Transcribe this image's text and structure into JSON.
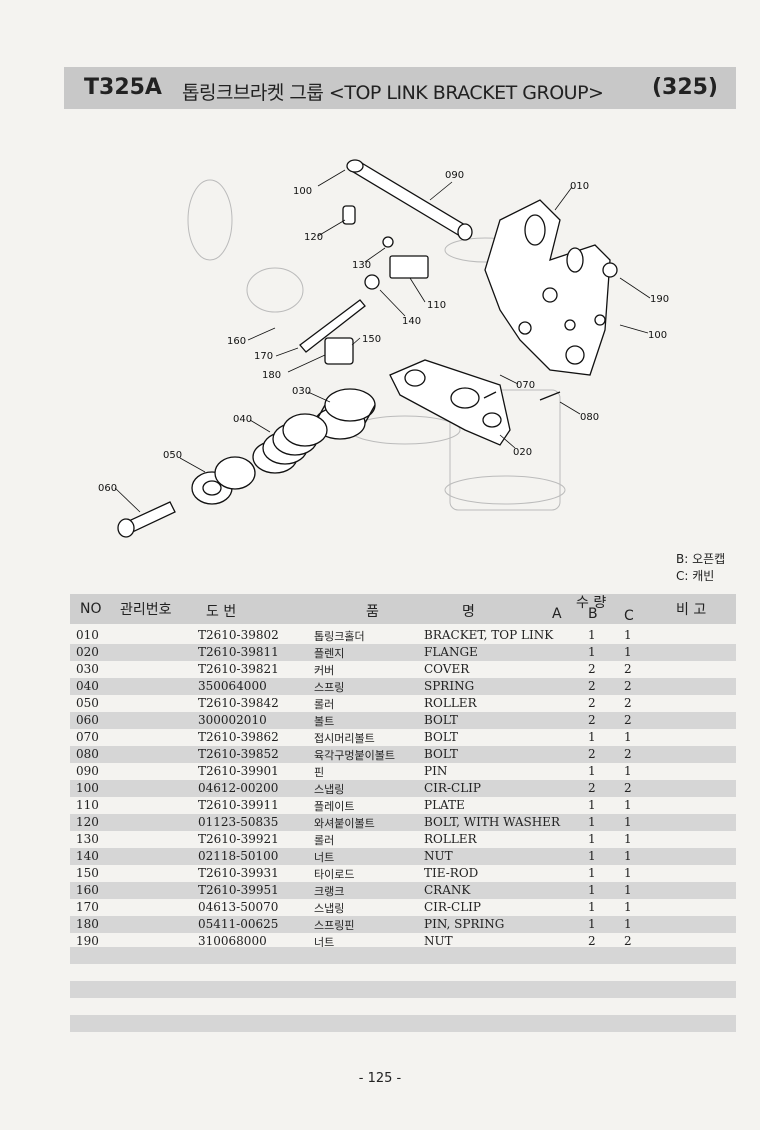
{
  "header": {
    "code": "T325A",
    "title": "톱링크브라켓 그룹 <TOP LINK BRACKET GROUP>",
    "page_ref": "(325)"
  },
  "diagram": {
    "callouts": [
      "010",
      "020",
      "030",
      "040",
      "050",
      "060",
      "070",
      "080",
      "090",
      "100",
      "100",
      "110",
      "120",
      "130",
      "140",
      "150",
      "160",
      "170",
      "180",
      "190"
    ]
  },
  "legend": {
    "b": "B: 오픈캡",
    "c": "C: 캐빈"
  },
  "table": {
    "headers": {
      "no": "NO",
      "mgmt": "관리번호",
      "part_number": "도    번",
      "name_1": "품",
      "name_2": "명",
      "qty": "수  량",
      "a": "A",
      "b": "B",
      "c": "C",
      "remarks": "비  고"
    },
    "rows": [
      {
        "no": "010",
        "part": "T2610-39802",
        "kor": "톱링크홀더",
        "eng": "BRACKET, TOP LINK",
        "b": "1",
        "c": "1"
      },
      {
        "no": "020",
        "part": "T2610-39811",
        "kor": "플렌지",
        "eng": "FLANGE",
        "b": "1",
        "c": "1"
      },
      {
        "no": "030",
        "part": "T2610-39821",
        "kor": "커버",
        "eng": "COVER",
        "b": "2",
        "c": "2"
      },
      {
        "no": "040",
        "part": "350064000",
        "kor": "스프링",
        "eng": "SPRING",
        "b": "2",
        "c": "2"
      },
      {
        "no": "050",
        "part": "T2610-39842",
        "kor": "롤러",
        "eng": "ROLLER",
        "b": "2",
        "c": "2"
      },
      {
        "no": "060",
        "part": "300002010",
        "kor": "볼트",
        "eng": "BOLT",
        "b": "2",
        "c": "2"
      },
      {
        "no": "070",
        "part": "T2610-39862",
        "kor": "접시머리볼트",
        "eng": "BOLT",
        "b": "1",
        "c": "1"
      },
      {
        "no": "080",
        "part": "T2610-39852",
        "kor": "육각구멍붙이볼트",
        "eng": "BOLT",
        "b": "2",
        "c": "2"
      },
      {
        "no": "090",
        "part": "T2610-39901",
        "kor": "핀",
        "eng": "PIN",
        "b": "1",
        "c": "1"
      },
      {
        "no": "100",
        "part": "04612-00200",
        "kor": "스냅링",
        "eng": "CIR-CLIP",
        "b": "2",
        "c": "2"
      },
      {
        "no": "110",
        "part": "T2610-39911",
        "kor": "플레이트",
        "eng": "PLATE",
        "b": "1",
        "c": "1"
      },
      {
        "no": "120",
        "part": "01123-50835",
        "kor": "와셔붙이볼트",
        "eng": "BOLT, WITH WASHER",
        "b": "1",
        "c": "1"
      },
      {
        "no": "130",
        "part": "T2610-39921",
        "kor": "롤러",
        "eng": "ROLLER",
        "b": "1",
        "c": "1"
      },
      {
        "no": "140",
        "part": "02118-50100",
        "kor": "너트",
        "eng": "NUT",
        "b": "1",
        "c": "1"
      },
      {
        "no": "150",
        "part": "T2610-39931",
        "kor": "타이로드",
        "eng": "TIE-ROD",
        "b": "1",
        "c": "1"
      },
      {
        "no": "160",
        "part": "T2610-39951",
        "kor": "크랭크",
        "eng": "CRANK",
        "b": "1",
        "c": "1"
      },
      {
        "no": "170",
        "part": "04613-50070",
        "kor": "스냅링",
        "eng": "CIR-CLIP",
        "b": "1",
        "c": "1"
      },
      {
        "no": "180",
        "part": "05411-00625",
        "kor": "스프링핀",
        "eng": "PIN, SPRING",
        "b": "1",
        "c": "1"
      },
      {
        "no": "190",
        "part": "310068000",
        "kor": "너트",
        "eng": "NUT",
        "b": "2",
        "c": "2"
      }
    ]
  },
  "footer": {
    "page": "- 125 -"
  }
}
